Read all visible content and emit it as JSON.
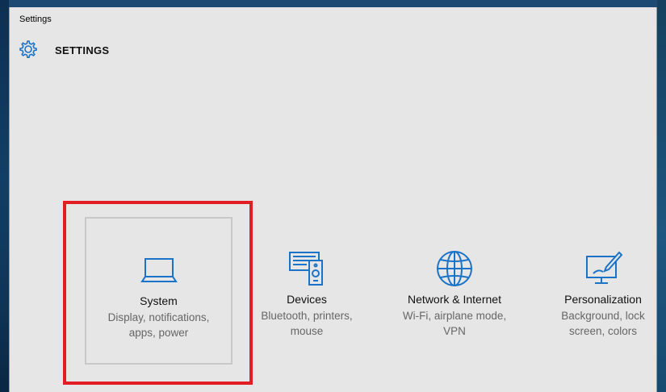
{
  "window": {
    "title": "Settings"
  },
  "header": {
    "title": "SETTINGS",
    "icon": "gear-icon"
  },
  "accent_color": "#1a73c7",
  "highlight_color": "#e01e24",
  "tiles": [
    {
      "label": "System",
      "description": "Display, notifications, apps, power",
      "desc_lines": [
        "Display, notifications,",
        "apps, power"
      ],
      "icon": "laptop-icon"
    },
    {
      "label": "Devices",
      "description": "Bluetooth, printers, mouse",
      "desc_lines": [
        "Bluetooth, printers,",
        "mouse"
      ],
      "icon": "devices-icon"
    },
    {
      "label": "Network & Internet",
      "description": "Wi-Fi, airplane mode, VPN",
      "desc_lines": [
        "Wi-Fi, airplane mode,",
        "VPN"
      ],
      "icon": "globe-icon"
    },
    {
      "label": "Personalization",
      "description": "Background, lock screen, colors",
      "desc_lines": [
        "Background, lock",
        "screen, colors"
      ],
      "icon": "paint-icon"
    }
  ]
}
